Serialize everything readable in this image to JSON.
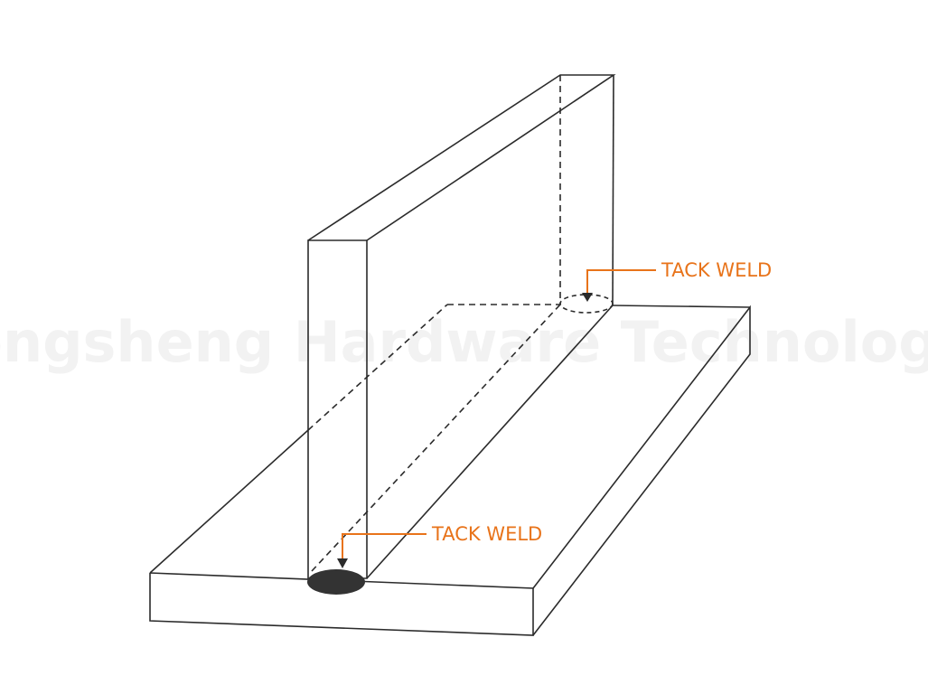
{
  "watermark": "Longsheng Hardware Technology",
  "labels": {
    "top_weld": "TACK WELD",
    "bottom_weld": "TACK WELD"
  },
  "colors": {
    "label": "#e8731a",
    "line": "#2b2b2b",
    "weld_fill": "#333333"
  }
}
